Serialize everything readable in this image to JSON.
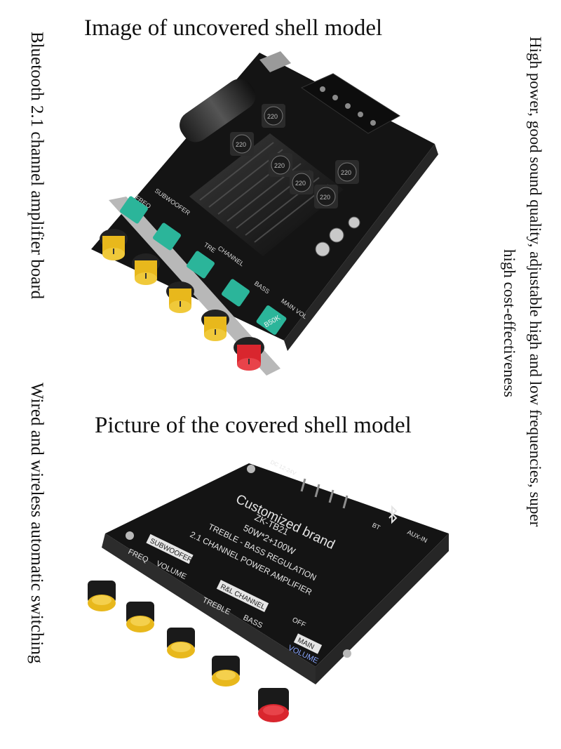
{
  "headings": {
    "uncovered": "Image of uncovered shell model",
    "covered": "Picture of the covered shell model"
  },
  "captions": {
    "left_line_1": "Bluetooth 2.1 channel amplifier board",
    "left_line_2": "Wired and wireless automatic switching",
    "right_line_1": "High power, good sound quality, adjustable high and low frequencies, super",
    "right_line_2": "high cost-effectiveness"
  },
  "board_uncovered": {
    "inductor_label": "220",
    "pot_label": "B50K",
    "silk_labels": [
      "FREQ",
      "SUBWOOFER",
      "TRE",
      "CHANNEL",
      "BASS",
      "MAIN VOL"
    ]
  },
  "board_covered": {
    "brand": "Customized brand",
    "model": "ZK-TB21",
    "power": "50W*2+100W",
    "feature_1": "TREBLE - BASS REGULATION",
    "feature_2": "2.1 CHANNEL POWER AMPLIFIER",
    "subwoofer_tag": "SUBWOOFER",
    "freq_label": "FREQ",
    "volume_label": "VOLUME",
    "channel_tag": "R&L CHANNEL",
    "treble_label": "TREBLE",
    "bass_label": "BASS",
    "main_tag": "MAIN",
    "main_volume_label": "VOLUME",
    "off_label": "OFF",
    "bt_label": "BT",
    "aux_label": "AUX-IN",
    "dc_label": "DC 12-24V"
  },
  "colors": {
    "board": "#141414",
    "knob_yellow": "#e8b81c",
    "knob_red": "#d9262e",
    "pot_teal": "#2bb59a"
  }
}
